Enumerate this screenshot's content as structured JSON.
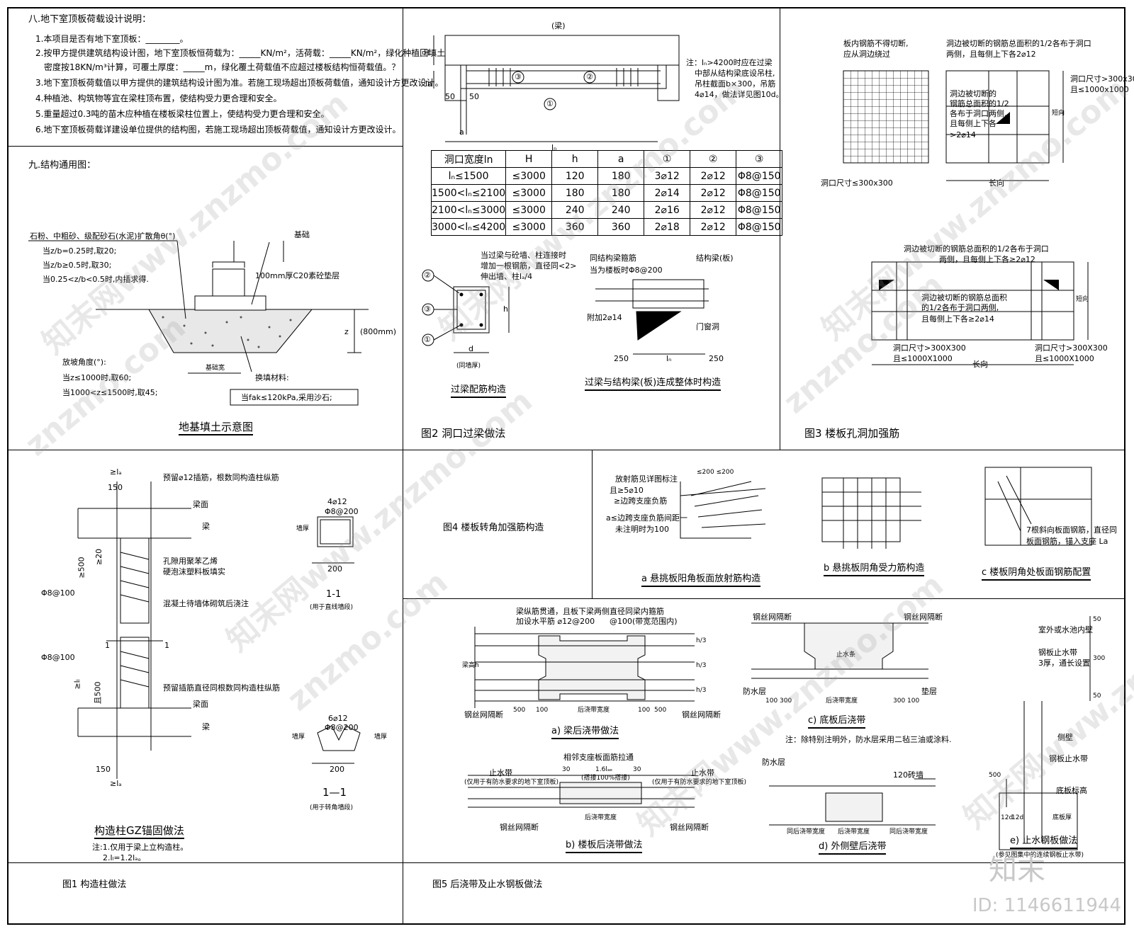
{
  "notes": {
    "heading": "八.地下室顶板荷载设计说明：",
    "lines": [
      "1.本项目是否有地下室顶板：________。",
      "2.按甲方提供建筑结构设计图，地下室顶板恒荷载为：_____KN/m²，活荷载：_____KN/m²，绿化种植回填土",
      "密度按18KN/m³计算，可覆土厚度：_____m，绿化覆土荷载值不应超过楼板结构恒荷载值。？",
      "3.地下室顶板荷载值以甲方提供的建筑结构设计图为准。若施工现场超出顶板荷载值，通知设计方更改设计。",
      "4.种植池、构筑物等宜在梁柱顶布置，使结构受力更合理和安全。",
      "5.重量超过0.3吨的苗木应种植在楼板梁柱位置上，使结构受力更合理和安全。",
      "6.地下室顶板荷载详建设单位提供的结构图，若施工现场超出顶板荷载值，通知设计方更改设计。"
    ],
    "section9": "九.结构通用图："
  },
  "foundation": {
    "title": "地基填土示意图",
    "l1": "石粉、中粗砂、级配砂石(水泥)扩散角θ(°)",
    "l2": "当z/b=0.25时,取20;",
    "l3": "当z/b≥0.5时,取30;",
    "l4": "当0.25<z/b<0.5时,内插求得.",
    "base": "基础",
    "cushion": "100mm厚C20素砼垫层",
    "z": "z",
    "zmm": "(800mm)",
    "slope": "放坡角度(°):",
    "s1": "当z≤1000时,取60;",
    "s2": "当1000<z≤1500时,取45;",
    "width": "基础宽",
    "replace": "换填材料:",
    "fak": "当fak≤120kPa,采用沙石;"
  },
  "fig2": {
    "title": "图2  洞口过梁做法",
    "beam": "(梁)",
    "note1": "注：lₙ>4200时应在过梁",
    "note2": "中部从结构梁底设吊柱,",
    "note3": "吊柱截面b×300，吊筋",
    "note4": "4⌀14，做法详见图10d。",
    "H": "H",
    "la": "la",
    "d50a": "50",
    "d50b": "50",
    "a": "a",
    "ln": "lₙ",
    "c1": "①",
    "c2": "②",
    "c3": "③",
    "table": {
      "header": [
        "洞口宽度ln",
        "H",
        "h",
        "a",
        "①",
        "②",
        "③"
      ],
      "rows": [
        [
          "lₙ≤1500",
          "≤3000",
          "120",
          "180",
          "3⌀12",
          "2⌀12",
          "Φ8@150"
        ],
        [
          "1500<lₙ≤2100",
          "≤3000",
          "180",
          "180",
          "2⌀14",
          "2⌀12",
          "Φ8@150"
        ],
        [
          "2100<lₙ≤3000",
          "≤3000",
          "240",
          "240",
          "2⌀16",
          "2⌀12",
          "Φ8@150"
        ],
        [
          "3000<lₙ≤4200",
          "≤3000",
          "360",
          "360",
          "2⌀18",
          "2⌀12",
          "Φ8@150"
        ]
      ]
    },
    "sec_note1": "当过梁与砼墙、柱连接时",
    "sec_note2": "增加一根钢筋，直径同<2>",
    "sec_note3": "伸出墙、柱lₐ/4",
    "sec_h": "h",
    "sec_d": "d",
    "sec_wall": "(同墙厚)",
    "sec_title": "过梁配筋构造",
    "cont_stirrup": "同结构梁箍筋",
    "cont_beam": "结构梁(板)",
    "cont_dense": "当为楼板时Φ8@200",
    "cont_add": "附加2⌀14",
    "cont_door": "门窗洞",
    "cont_250a": "250",
    "cont_250b": "250",
    "cont_ln": "lₙ",
    "cont_title": "过梁与结构梁(板)连成整体时构造"
  },
  "fig3": {
    "title": "图3  楼板孔洞加强筋",
    "l1": "板内钢筋不得切断,",
    "l2": "应从洞边绕过",
    "l3": "洞口尺寸≤300x300",
    "r1": "洞边被切断的钢筋总面积的1/2各布于洞口",
    "r2": "两侧，且每侧上下各2⌀12",
    "r3": "洞口尺寸>300x300",
    "r4": "且≤1000x1000",
    "r5": "洞边被切断的",
    "r6": "钢筋总面积的1/2",
    "r7": "各布于洞口两侧,",
    "r8": "且每侧上下各",
    "r9": ">2⌀14",
    "short": "短向",
    "long": "长向",
    "b1": "洞边被切断的钢筋总面积的1/2各布于洞口",
    "b2": "两侧，且每侧上下各≥2⌀12",
    "b3": "洞边被切断的钢筋总面积",
    "b4": "的1/2各布于洞口两侧,",
    "b5": "且每侧上下各≥2⌀14",
    "b6": "洞口尺寸>300X300",
    "b7": "且≤1000X1000",
    "b8": "洞口尺寸>300X300",
    "b9": "且≤1000X1000",
    "b10": "长向",
    "b11": "短向"
  },
  "fig1": {
    "title": "图1    构造柱做法",
    "gz_title": "构造柱GZ锚固做法",
    "note1": "注:1.仅用于梁上立构造柱。",
    "note2": "2.lₗ=1.2lₐ。",
    "la1": "≥lₐ",
    "d150a": "150",
    "dowel": "预留⌀12插筋，根数同构造柱纵筋",
    "beamface1": "梁面",
    "beam1": "梁",
    "ge500": "≥500",
    "ge20": "≥20",
    "foam1": "孔隙用聚苯乙烯",
    "foam2": "硬泡沫塑料板填实",
    "phi1": "Φ8@100",
    "concrete": "混凝土待墙体砌筑后浇注",
    "sec1": "1",
    "sec1b": "1",
    "phi2": "Φ8@100",
    "ll": "≥lₗ",
    "q500": "且500",
    "dowel2": "预留插筋直径同根数同构造柱纵筋",
    "beamface2": "梁面",
    "beam2": "梁",
    "d150b": "150",
    "la2": "≥lₐ",
    "s11_bar": "4⌀12",
    "s11_st": "Φ8@200",
    "s11_wt": "墙厚",
    "s11_200": "200",
    "s11_title": "1-1",
    "s11_sub": "(用于直线墙段)",
    "s12_bar": "6⌀12",
    "s12_st": "Φ8@200",
    "s12_wl": "墙厚",
    "s12_wr": "墙厚",
    "s12_200": "200",
    "s12_title": "1—1",
    "s12_sub": "(用于转角墙段)"
  },
  "fig4": {
    "title": "图4    楼板转角加强筋构造",
    "a1": "放射筋见详图标注",
    "a2": "且≥5⌀10",
    "a3": "≥边跨支座负筋",
    "a4": "a≤边跨支座负筋间距一",
    "a5": "未注明时为100",
    "a6": "≤200 ≤200",
    "a_title": "a  悬挑板阳角板面放射筋构造",
    "b_title": "b  悬挑板阴角受力筋构造",
    "c1": "7根斜向板面钢筋，直径同",
    "c2": "板面钢筋，锚入支座 La",
    "c_title": "c  楼板阴角处板面钢筋配置"
  },
  "fig5": {
    "title": "图5    后浇带及止水钢板做法",
    "a_n1": "梁纵筋贯通，且板下梁两侧",
    "a_n2": "加设水平筋 ⌀12@200",
    "a_n3": "直径同梁内箍筋",
    "a_n4": "@100(带宽范围内)",
    "a_height": "梁高h",
    "a_h3a": "h/3",
    "a_h3b": "h/3",
    "a_h3c": "h/3",
    "a_mesh": "钢丝网隔断",
    "a_500a": "500",
    "a_100a": "100",
    "a_width": "后浇带宽度",
    "a_100b": "100",
    "a_500b": "500",
    "a_mesh2": "钢丝网隔断",
    "a_title": "a)  梁后浇带做法",
    "b_n1": "相邻支座板面筋拉通",
    "b_stop1": "止水带",
    "b_stop2": "止水带",
    "b_only1": "(仅用于有防水要求的地下室顶板)",
    "b_only2": "(仅用于有防水要求的地下室顶板)",
    "b_len": "1.6lₐₑ",
    "b_lap": "(搭接100%搭接)",
    "b_30a": "30",
    "b_30b": "30",
    "b_mesh1": "钢丝网隔断",
    "b_mesh2": "钢丝网隔断",
    "b_width": "后浇带宽度",
    "b_title": "b) 楼板后浇带做法",
    "c_mesh1": "钢丝网隔断",
    "c_mesh2": "钢丝网隔断",
    "c_stop": "止水条",
    "c_proof": "防水层",
    "c_pad": "垫层",
    "c_dims": "100 300",
    "c_dims2": "300 100",
    "c_width": "后浇带宽度",
    "c_title": "c)  底板后浇带",
    "c_note": "注：除特别注明外，防水层采用二毡三油或涂料.",
    "d_proof": "防水层",
    "d_wall": "120砖墙",
    "d_w1": "同后浇带宽度",
    "d_w2": "后浇带宽度",
    "d_w3": "同后浇带宽度",
    "d_title": "d) 外侧壁后浇带",
    "e_n1": "室外或水池内壁",
    "e_n2": "钢板止水带",
    "e_n3": "3厚，通长设置",
    "e_50a": "50",
    "e_300": "300",
    "e_50b": "50",
    "e_side": "侧壁",
    "e_plate": "钢板止水带",
    "e_500": "500",
    "e_bottom": "底板标高",
    "e_thk": "底板厚",
    "e_12a": "12d",
    "e_12b": "12d",
    "e_title": "e) 止水钢板做法",
    "e_sub": "(参见图集中的连续钢板止水带)"
  },
  "brand": {
    "logo": "知末",
    "id": "ID: 1146611944",
    "wm": "znzmo.com",
    "wm_cn": "知末网www.znzmo.com"
  }
}
